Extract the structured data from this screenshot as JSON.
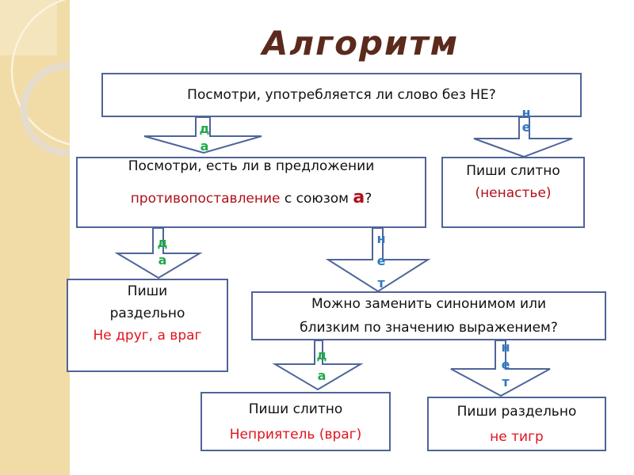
{
  "title": "Алгоритм",
  "boxes": {
    "q1": "Посмотри, употребляется ли слово без НЕ?",
    "q2_line1": "Посмотри, есть ли в предложении",
    "q2_red": "противопоставление",
    "q2_mid": " с союзом ",
    "q2_a": "а",
    "q2_end": "?",
    "r1_line1": "Пиши слитно",
    "r1_line2": "(ненастье)",
    "r2_line1": "Пиши",
    "r2_line2": "раздельно",
    "r2_line3": "Не друг, а враг",
    "q3_line1": "Можно заменить синонимом или",
    "q3_line2": "близким по значению выражением?",
    "r3_line1": "Пиши слитно",
    "r3_line2": "Неприятель (враг)",
    "r4_line1": "Пиши раздельно",
    "r4_line2": "не тигр"
  },
  "labels": {
    "yes_1": "д",
    "yes_2": "а",
    "no_1": "н",
    "no_2": "е",
    "no_3": "т"
  }
}
